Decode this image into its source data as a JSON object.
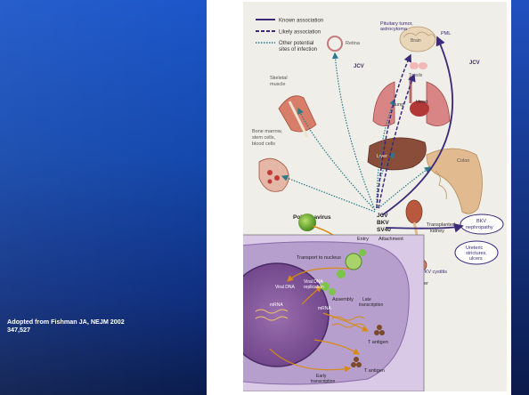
{
  "caption": {
    "line1": "Adopted from Fishman JA, NEJM 2002",
    "line2": "347,527"
  },
  "legend": {
    "known": "Known association",
    "likely": "Likely association",
    "other_line1": "Other potential",
    "other_line2": "sites of infection"
  },
  "labels": {
    "pituitary_line1": "Pituitary tumor,",
    "pituitary_line2": "astrocytoma",
    "brain": "Brain",
    "pml": "PML",
    "retina": "Retina",
    "jcv_left": "JCV",
    "jcv_right": "JCV",
    "tonsils": "Tonsils",
    "skeletal_line1": "Skeletal",
    "skeletal_line2": "muscle",
    "lung": "Lung",
    "heart": "Heart",
    "bone_line1": "Bone marrow,",
    "bone_line2": "stem cells,",
    "bone_line3": "blood cells",
    "liver": "Liver",
    "colon": "Colon",
    "polyomavirus": "Polyomavirus",
    "virus_jcv": "JCV",
    "virus_bkv": "BKV",
    "virus_sv40": "SV40",
    "transplanted_line1": "Transplanted",
    "transplanted_line2": "kidney",
    "bkv_neph_line1": "BKV",
    "bkv_neph_line2": "nephropathy",
    "ureteric_line1": "Ureteric",
    "ureteric_line2": "strictures,",
    "ureteric_line3": "ulcers",
    "bkv_cystitis": "BKV cystitis",
    "bladder": "Bladder",
    "entry": "Entry",
    "attachment": "Attachment",
    "transport": "Transport to nucleus",
    "viral_dna": "Viral DNA",
    "viral_dna_rep_line1": "Viral DNA",
    "viral_dna_rep_line2": "replication",
    "mrna_left": "mRNA",
    "mrna_right": "mRNA",
    "assembly": "Assembly",
    "late_line1": "Late",
    "late_line2": "transcription",
    "t_antigen_1": "T antigen",
    "t_antigen_2": "T antigen",
    "early_line1": "Early",
    "early_line2": "transcription"
  },
  "colors": {
    "known": "#3b2a7a",
    "likely": "#3b2a7a",
    "other": "#2a7a8a",
    "slide_top": "#1c56c9",
    "slide_bottom": "#0a1c4c"
  }
}
